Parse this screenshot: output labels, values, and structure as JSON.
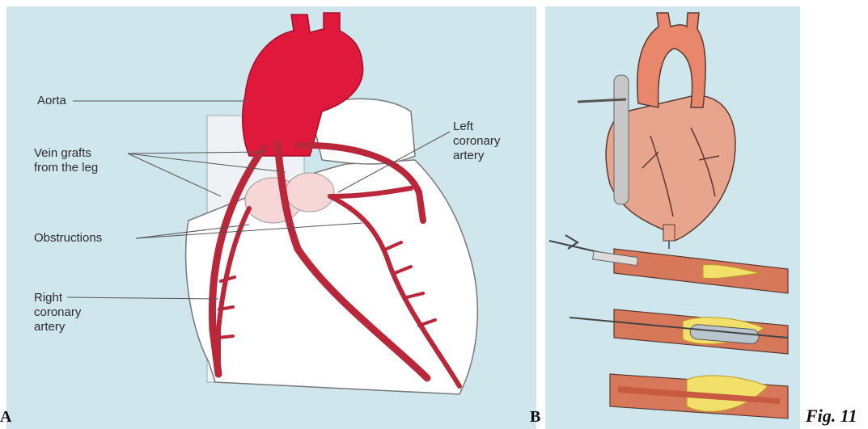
{
  "panel_a": {
    "letter": "A",
    "labels": {
      "aorta": "Aorta",
      "vein_grafts": "Vein grafts\nfrom the leg",
      "left_coronary": "Left\ncoronary\nartery",
      "obstructions": "Obstructions",
      "right_coronary": "Right\ncoronary\nartery"
    }
  },
  "panel_b": {
    "letter": "B"
  },
  "figure_label": "Fig. 11",
  "colors": {
    "background": "#cfe6ec",
    "aorta": "#e0183c",
    "artery": "#b8283a",
    "heart_b": "#e8a58e",
    "plaque": "#f2e06a"
  }
}
